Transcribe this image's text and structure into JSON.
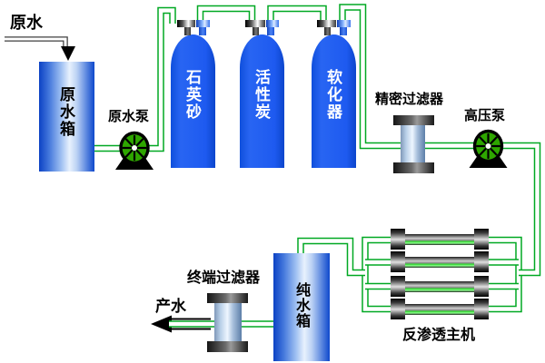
{
  "colors": {
    "pipe_green": "#00a822",
    "vessel_blue": "#1e5af0",
    "tank_blue_dark": "#0c42c4",
    "tank_blue_light": "#e8f1fd",
    "pump_green": "#2ea600",
    "ro_stripe_green": "#8cff8c",
    "cap_gray": "#3a3a3a"
  },
  "labels": {
    "raw_water": "原水",
    "raw_water_tank": "原水箱",
    "raw_water_pump": "原水泵",
    "quartz_sand": "石英砂",
    "activated_carbon": "活性炭",
    "softener": "软化器",
    "precision_filter": "精密过滤器",
    "high_pressure_pump": "高压泵",
    "ro_main_unit": "反渗透主机",
    "pure_water_tank": "纯水箱",
    "terminal_filter": "终端过滤器",
    "product_water": "产水"
  }
}
